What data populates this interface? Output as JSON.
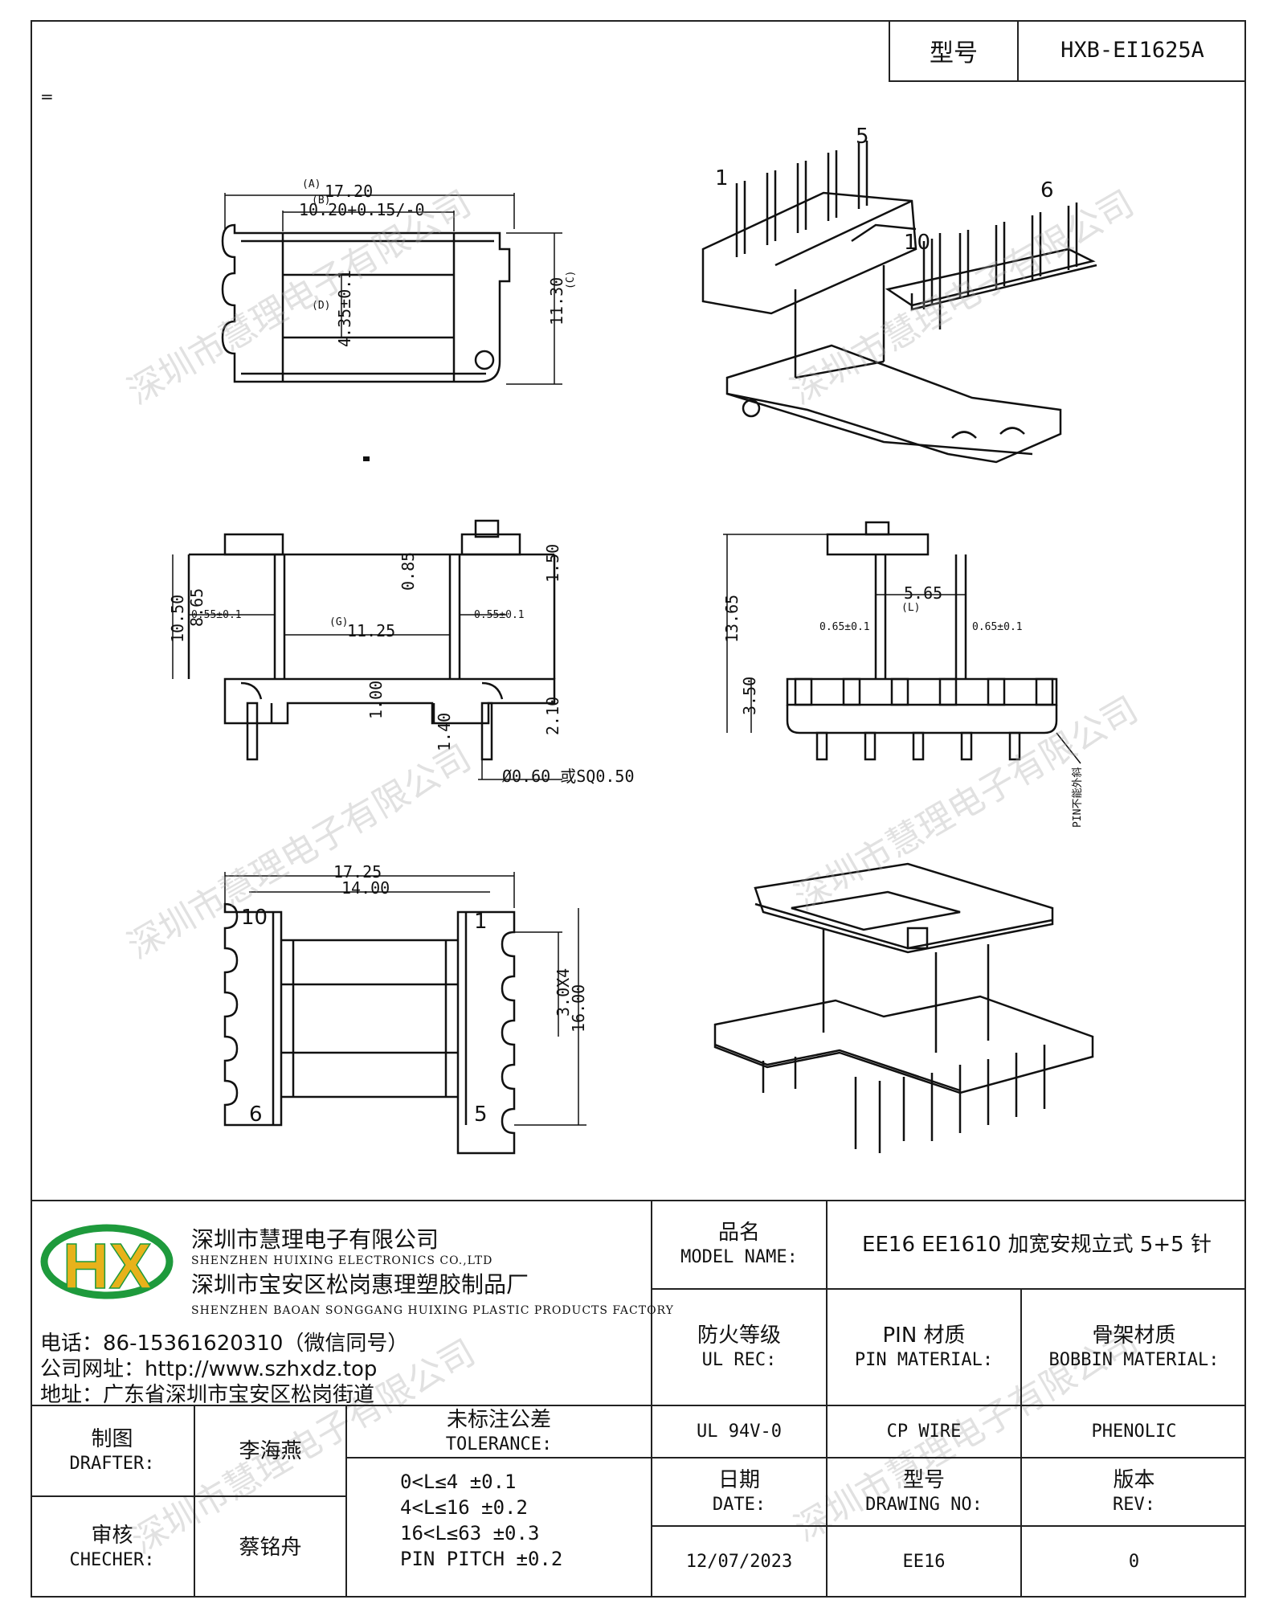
{
  "header": {
    "model_label": "型号",
    "model_value": "HXB-EI1625A"
  },
  "mark": "=",
  "drawing": {
    "top_view": {
      "a_label": "(A)",
      "a_value": "17.20",
      "b_label": "(B)",
      "b_value": "10.20+0.15/-0",
      "d_label": "(D)",
      "d_value": "4.35±0.1",
      "c_label": "(C)",
      "c_value": "11.30"
    },
    "iso_top": {
      "pins": [
        "1",
        "5",
        "6",
        "10"
      ]
    },
    "front_view": {
      "h1": "10.50",
      "h2": "8.65",
      "s1": "0.55±0.1",
      "s2": "0.55±0.1",
      "g_label": "(G)",
      "g_value": "11.25",
      "top": "0.85",
      "r1": "1.50",
      "b1": "1.00",
      "b2": "1.40",
      "b3": "2.10",
      "pin": "Ø0.60 或SQ0.50"
    },
    "side_view": {
      "w": "5.65",
      "l_label": "(L)",
      "h": "13.65",
      "s1": "0.65±0.1",
      "s2": "0.65±0.1",
      "b": "3.50",
      "note": "PIN不能外斜"
    },
    "bottom_view": {
      "w1": "17.25",
      "w2": "14.00",
      "p": "3.0X4",
      "h": "16.00",
      "pins": [
        "10",
        "1",
        "6",
        "5"
      ]
    }
  },
  "watermark": "深圳市慧理电子有限公司",
  "company": {
    "logo_text": "HX",
    "name_cn": "深圳市慧理电子有限公司",
    "name_en": "SHENZHEN HUIXING ELECTRONICS CO.,LTD",
    "factory_cn": "深圳市宝安区松岗惠理塑胶制品厂",
    "factory_en": "SHENZHEN BAOAN SONGGANG HUIXING PLASTIC PRODUCTS FACTORY",
    "phone": "电话：86-15361620310（微信同号）",
    "website": "公司网址：http://www.szhxdz.top",
    "address": "地址：广东省深圳市宝安区松岗街道"
  },
  "titleblock": {
    "model_name_cn": "品名",
    "model_name_en": "MODEL NAME:",
    "model_name_value": "EE16 EE1610 加宽安规立式 5+5 针",
    "ul_cn": "防火等级",
    "ul_en": "UL REC:",
    "ul_value": "UL 94V-0",
    "pin_cn": "PIN 材质",
    "pin_en": "PIN MATERIAL:",
    "pin_value": "CP WIRE",
    "bobbin_cn": "骨架材质",
    "bobbin_en": "BOBBIN MATERIAL:",
    "bobbin_value": "PHENOLIC",
    "drafter_cn": "制图",
    "drafter_en": "DRAFTER:",
    "drafter_value": "李海燕",
    "checker_cn": "审核",
    "checker_en": "CHECHER:",
    "checker_value": "蔡铭舟",
    "tol_cn": "未标注公差",
    "tol_en": "TOLERANCE:",
    "tol_lines": [
      "0<L≤4   ±0.1",
      "4<L≤16  ±0.2",
      "16<L≤63  ±0.3",
      "PIN PITCH  ±0.2"
    ],
    "date_cn": "日期",
    "date_en": "DATE:",
    "date_value": "12/07/2023",
    "dwg_cn": "型号",
    "dwg_en": "DRAWING NO:",
    "dwg_value": "EE16",
    "rev_cn": "版本",
    "rev_en": "REV:",
    "rev_value": "0"
  }
}
